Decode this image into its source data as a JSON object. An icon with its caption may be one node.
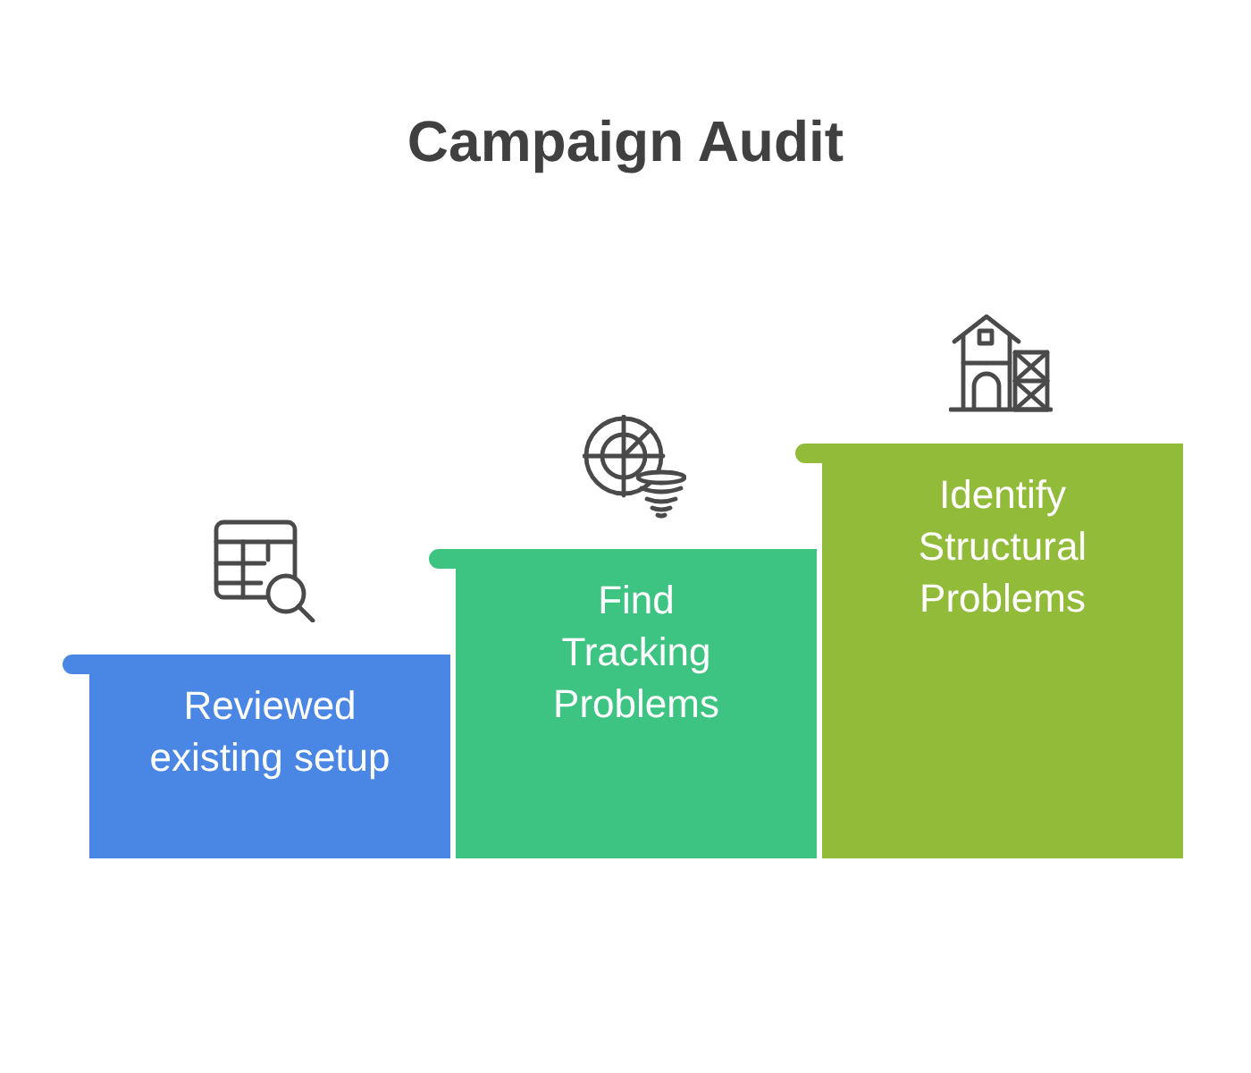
{
  "diagram": {
    "title": "Campaign Audit",
    "nodes": [
      {
        "text": [
          "Reviewed existing setup"
        ]
      },
      {
        "text": [
          "Find Tracking Problems"
        ]
      },
      {
        "text": [
          "Identify Structural Problems"
        ]
      }
    ]
  }
}
